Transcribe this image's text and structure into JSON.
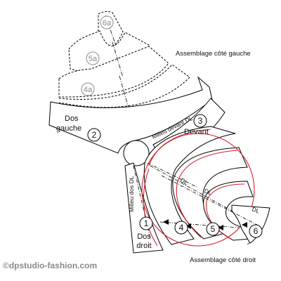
{
  "colors": {
    "outline": "#000000",
    "sewing_line": "#d4202a",
    "gray_text": "#8a8a8a",
    "background": "#ffffff"
  },
  "labels": {
    "assembly_left": "Assemblage côté gauche",
    "assembly_right": "Assemblage côté droit",
    "milieu_devant": "Milieu devant DL",
    "milieu_dos": "Milieu dos DL",
    "dos_gauche_1": "Dos",
    "dos_gauche_2": "gauche",
    "devant": "Devant",
    "dos_droit_1": "Dos",
    "dos_droit_2": "droit",
    "dl": "DL",
    "watermark": "©dpstudio-fashion.com"
  },
  "piece_numbers": {
    "p1": "1",
    "p2": "2",
    "p3": "3",
    "p4": "4",
    "p5": "5",
    "p6": "6",
    "p4a": "4a",
    "p5a": "5a",
    "p6a": "6a"
  }
}
